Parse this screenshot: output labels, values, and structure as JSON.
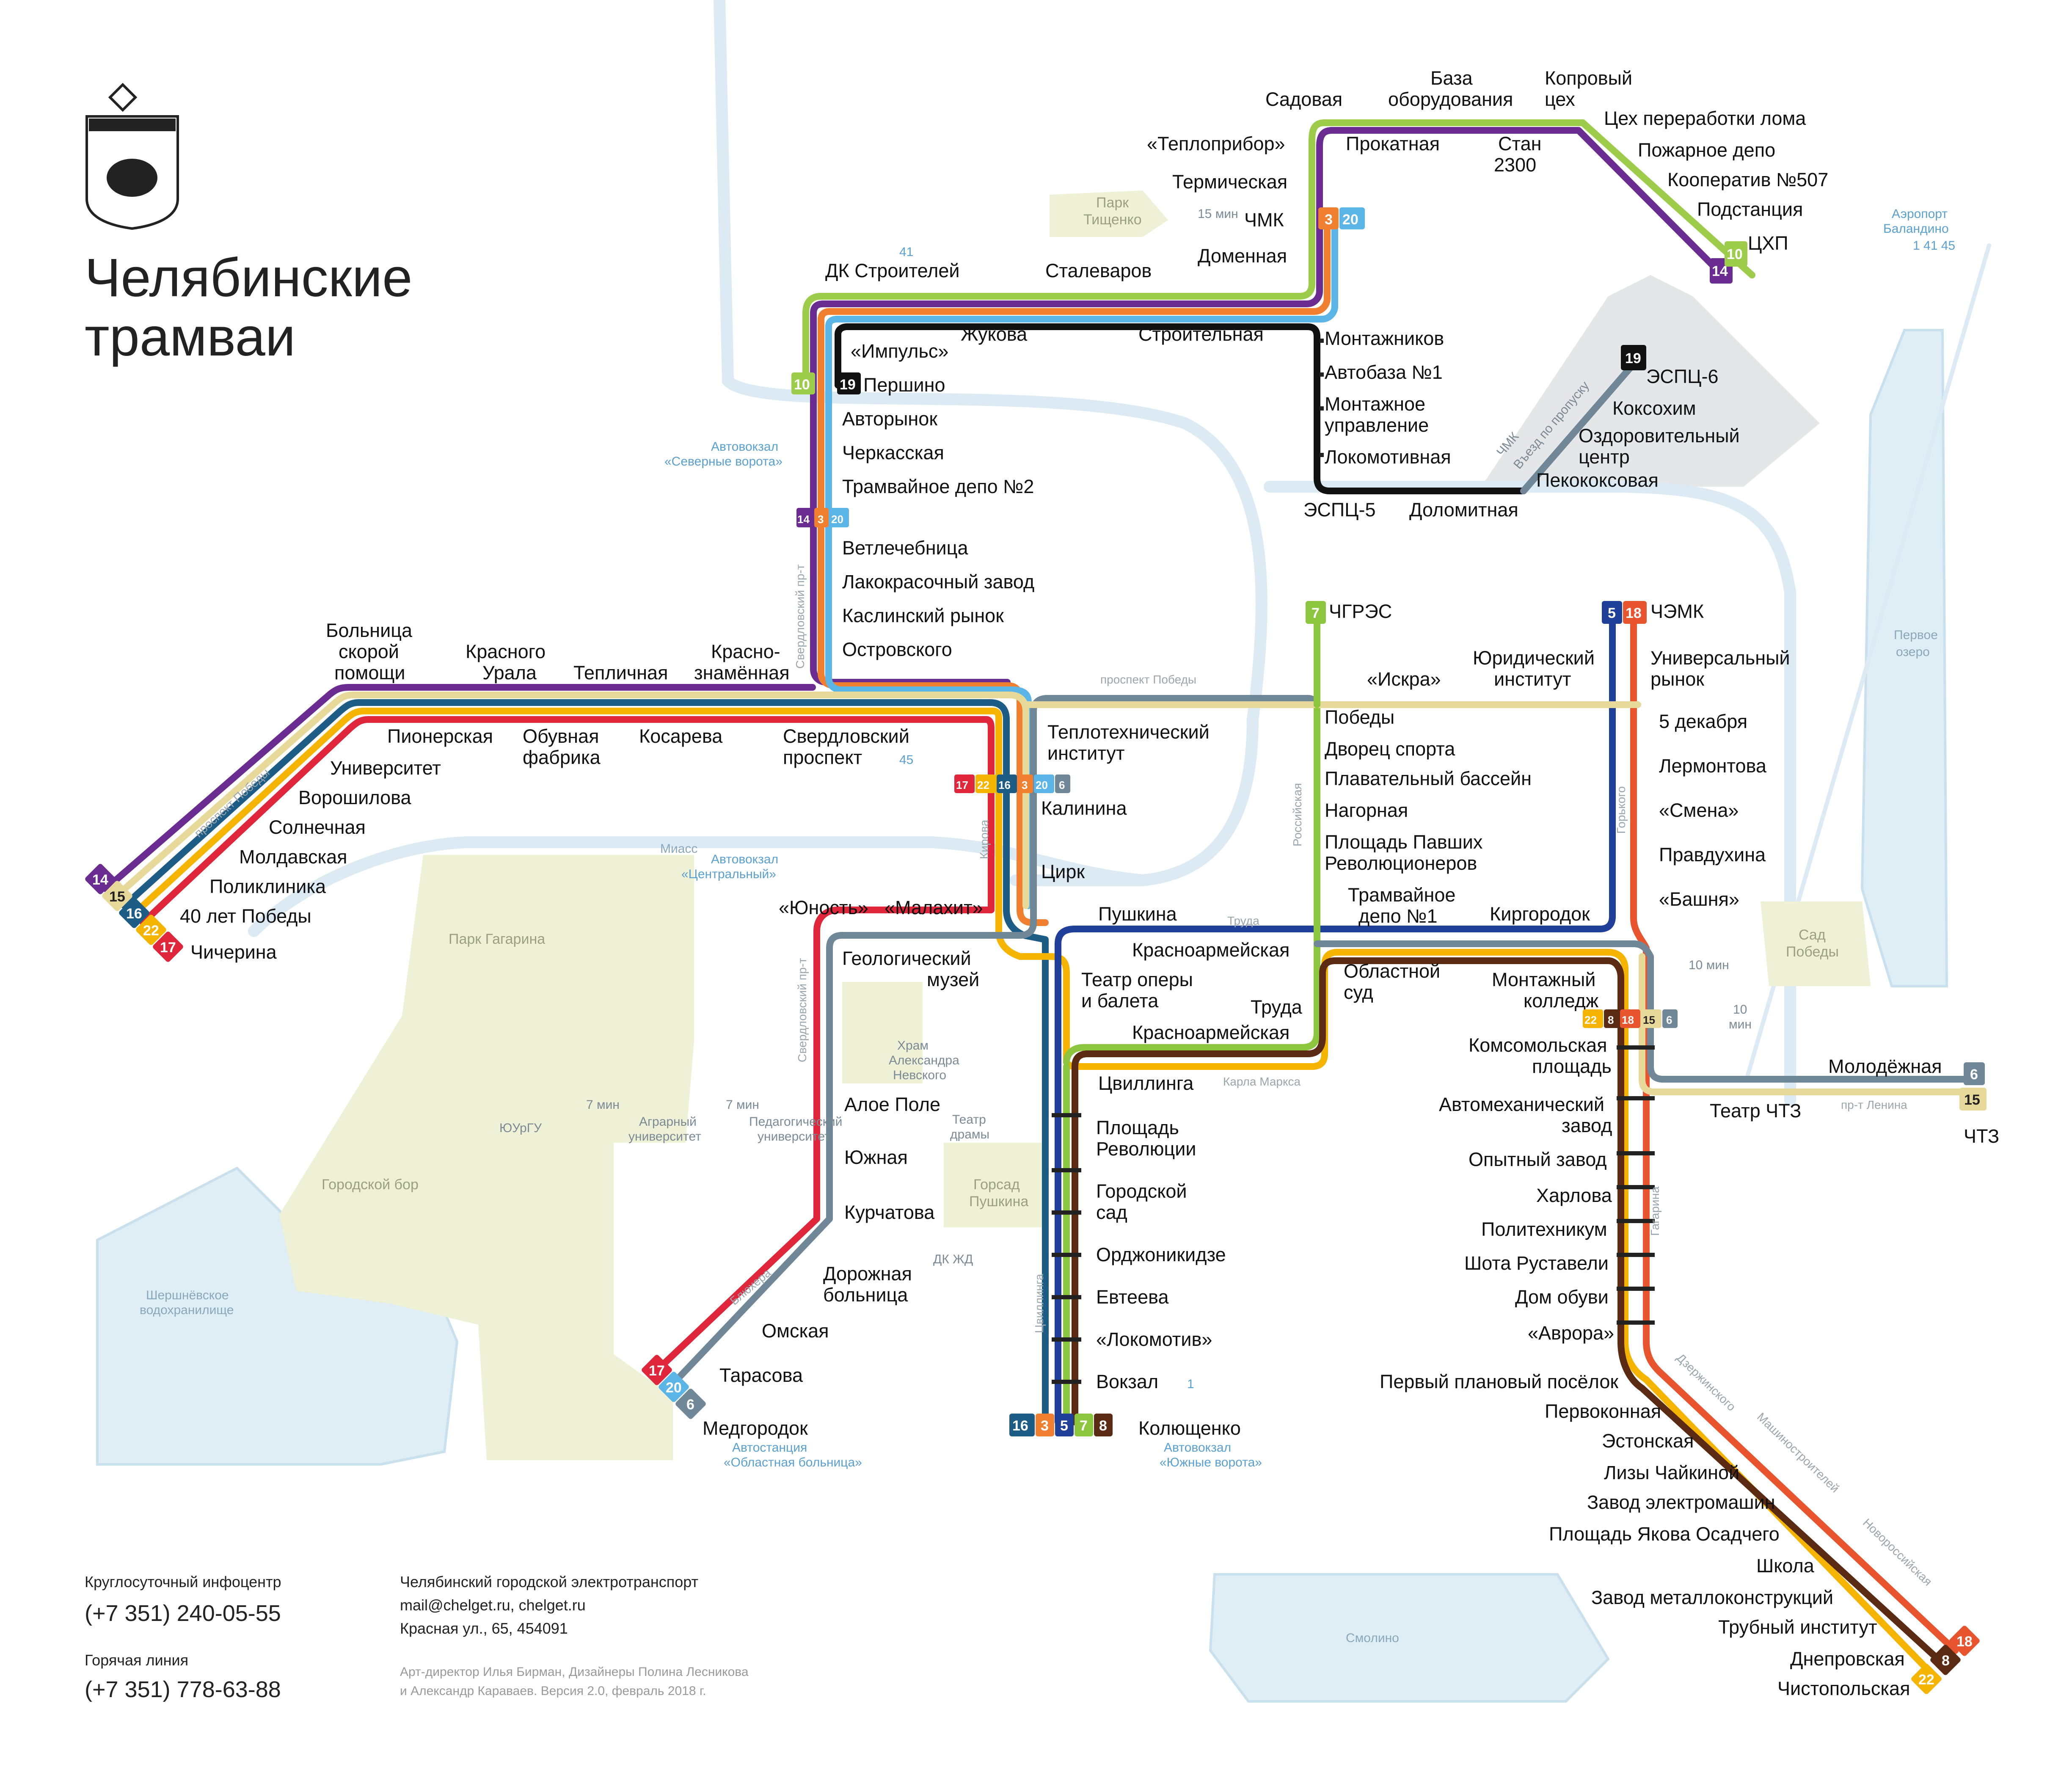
{
  "title_line1": "Челябинские",
  "title_line2": "трамваи",
  "colors": {
    "r3": "#f08030",
    "r5": "#1f3f98",
    "r6": "#6f8796",
    "r7": "#8cc63f",
    "r8": "#5a2a12",
    "r10": "#9ccc4a",
    "r14": "#6b2c91",
    "r15": "#e6d99a",
    "r16": "#1d5d85",
    "r17": "#e0263a",
    "r18": "#e8542e",
    "r19": "#111111",
    "r20": "#5bb5e6",
    "r22": "#f5b400"
  },
  "stations": {
    "sadovaya": "Садовая",
    "baza1": "База",
    "baza2": "оборудования",
    "koprovy1": "Копровый",
    "koprovy2": "цех",
    "cekh_lom": "Цех переработки лома",
    "pozharnoe": "Пожарное депо",
    "kooperativ": "Кооператив №507",
    "podstantsiya": "Подстанция",
    "tskhp": "ЦХП",
    "teplopribor": "«Теплоприбор»",
    "prokatnaya": "Прокатная",
    "stan1": "Стан",
    "stan2": "2300",
    "termicheskaya": "Термическая",
    "chmk": "ЧМК",
    "domennaya": "Доменная",
    "dk_stroiteley": "ДК Строителей",
    "stalevarov": "Сталеваров",
    "zhukova": "Жукова",
    "stroitelnaya": "Строительная",
    "montazhnikov": "Монтажников",
    "avtobaza": "Автобаза №1",
    "montazh_upr1": "Монтажное",
    "montazh_upr2": "управление",
    "lokomotivnaya": "Локомотивная",
    "espts5": "ЭСПЦ-5",
    "dolomitnaya": "Доломитная",
    "pekokoksovaya": "Пекококсовая",
    "ozdorov1": "Оздоровительный",
    "ozdorov2": "центр",
    "koksokhim": "Коксохим",
    "espts6": "ЭСПЦ-6",
    "impuls": "«Импульс»",
    "pershino": "Першино",
    "avtorynok": "Авторынок",
    "cherkasskaya": "Черкасская",
    "depo2": "Трамвайное депо №2",
    "vetlech": "Ветлечебница",
    "lakokras": "Лакокрасочный завод",
    "kaslinsky": "Каслинский рынок",
    "ostrovskogo": "Островского",
    "bolnitsa1": "Больница",
    "bolnitsa2": "скорой",
    "bolnitsa3": "помощи",
    "krasnogo_urala1": "Красного",
    "krasnogo_urala2": "Урала",
    "teplichnaya": "Тепличная",
    "krasnozn1": "Красно-",
    "krasnozn2": "знамённая",
    "pionerskaya": "Пионерская",
    "obuvnaya1": "Обувная",
    "obuvnaya2": "фабрика",
    "kosareva": "Косарева",
    "sverdl1": "Свердловский",
    "sverdl2": "проспект",
    "universitet": "Университет",
    "voroshilova": "Ворошилова",
    "solnechnaya": "Солнечная",
    "moldavskaya": "Молдавская",
    "poliklinika": "Поликлиника",
    "let40": "40 лет Победы",
    "chicherina": "Чичерина",
    "teplotekh1": "Теплотехнический",
    "teplotekh2": "институт",
    "kalinina": "Калинина",
    "tsirk": "Цирк",
    "yunost": "«Юность»",
    "malakhit": "«Малахит»",
    "geolog1": "Геологический",
    "geolog2": "музей",
    "pushkina": "Пушкина",
    "krasnoarm_top": "Красноармейская",
    "teatr_opery1": "Театр оперы",
    "teatr_opery2": "и балета",
    "truda": "Труда",
    "krasnoarm_bot": "Красноармейская",
    "tsvillinga": "Цвиллинга",
    "pl_rev1": "Площадь",
    "pl_rev2": "Революции",
    "gor_sad1": "Городской",
    "gor_sad2": "сад",
    "ordzhonikidze": "Орджоникидзе",
    "evteeva": "Евтеева",
    "lokomotiv": "«Локомотив»",
    "vokzal": "Вокзал",
    "kolyushchenko": "Колющенко",
    "aloe_pole": "Алое Поле",
    "yuzhnaya": "Южная",
    "kurchatova": "Курчатова",
    "dor_boln1": "Дорожная",
    "dor_boln2": "больница",
    "omskaya": "Омская",
    "tarasova": "Тарасова",
    "medgorodok": "Медгородок",
    "chgres": "ЧГРЭС",
    "iskra": "«Искра»",
    "yurid1": "Юридический",
    "yurid2": "институт",
    "pobedy": "Победы",
    "dvorets": "Дворец спорта",
    "plavat": "Плавательный бассейн",
    "nagornaya": "Нагорная",
    "pl_pavshikh1": "Площадь Павших",
    "pl_pavshikh2": "Революционеров",
    "depo1_1": "Трамвайное",
    "depo1_2": "депо №1",
    "kirgorodok": "Киргородок",
    "oblsud1": "Областной",
    "oblsud2": "суд",
    "montazh_koll1": "Монтажный",
    "montazh_koll2": "колледж",
    "chemk": "ЧЭМК",
    "univ_rynok1": "Универсальный",
    "univ_rynok2": "рынок",
    "dek5": "5 декабря",
    "lermontova": "Лермонтова",
    "smena": "«Смена»",
    "pravdukhina": "Правдухина",
    "bashnya": "«Башня»",
    "komsom1": "Комсомольская",
    "komsom2": "площадь",
    "avtomekh1": "Автомеханический",
    "avtomekh2": "завод",
    "opytny": "Опытный завод",
    "kharlova": "Харлова",
    "politekh": "Политехникум",
    "shota": "Шота Руставели",
    "dom_obuvi": "Дом обуви",
    "avrora": "«Аврора»",
    "perv_plan": "Первый плановый посёлок",
    "pervokonnaya": "Первоконная",
    "estonskaya": "Эстонская",
    "lizy": "Лизы Чайкиной",
    "zavod_elektro": "Завод электромашин",
    "pl_osadchego": "Площадь Якова Осадчего",
    "shkola": "Школа",
    "zavod_metall": "Завод металлоконструкций",
    "trubny": "Трубный институт",
    "dneprovskaya": "Днепровская",
    "chistopolskaya": "Чистопольская",
    "molodezhnaya": "Молодёжная",
    "teatr_chtz": "Театр ЧТЗ",
    "chtz": "ЧТЗ"
  },
  "places": {
    "park_tishchenko1": "Парк",
    "park_tishchenko2": "Тищенко",
    "walk15": "15 мин",
    "bus41": "41",
    "airport1": "Аэропорт",
    "airport2": "Баландино",
    "airport_bus": "1 41 45",
    "avtovokzal_sev1": "Автовокзал",
    "avtovokzal_sev2": "«Северные ворота»",
    "bus45": "45",
    "avtovokzal_tsentr1": "Автовокзал",
    "avtovokzal_tsentr2": "«Центральный»",
    "miass": "Миасс",
    "park_gagarina": "Парк Гагарина",
    "gorodskoy_bor": "Городской бор",
    "shershni1": "Шершнёвское",
    "shershni2": "водохранилище",
    "khram1": "Храм",
    "khram2": "Александра",
    "khram3": "Невского",
    "teatr_dramy1": "Театр",
    "teatr_dramy2": "драмы",
    "gorsad1": "Горсад",
    "gorsad2": "Пушкина",
    "dk_zhd": "ДК ЖД",
    "yurgu": "ЮУрГУ",
    "walk7a": "7 мин",
    "walk7b": "7 мин",
    "agrar1": "Аграрный",
    "agrar2": "университет",
    "pedag1": "Педагогический",
    "pedag2": "университет",
    "avtostantsiya1": "Автостанция",
    "avtostantsiya2": "«Областная больница»",
    "avtovokzal_yuzh1": "Автовокзал",
    "avtovokzal_yuzh2": "«Южные ворота»",
    "vokzal_bus": "1",
    "pervoe_ozero1": "Первое",
    "pervoe_ozero2": "озеро",
    "sad_pobedy1": "Сад",
    "sad_pobedy2": "Победы",
    "walk10a": "10 мин",
    "walk10b1": "10",
    "walk10b2": "мин",
    "smolino": "Смолино",
    "espts_vyezd1": "ЧМК",
    "espts_vyezd2": "Въезд по пропуску"
  },
  "streets": {
    "pr_pobedy_top": "проспект Победы",
    "pr_pobedy_left": "проспект Победы",
    "sverdl_pr": "Свердловский пр-т",
    "sverdl_pr2": "Свердловский пр-т",
    "kirova": "Кирова",
    "truda": "Труда",
    "rossiyskaya": "Российская",
    "gorkogo": "Горького",
    "karla_marksa": "Карла Маркса",
    "tsvillinga": "Цвиллинга",
    "elkina": "Блюхера",
    "gagarina": "Гагарина",
    "dzerzhinskogo": "Дзержинского",
    "mashinostr": "Машиностроителей",
    "novoross": "Новороссийская",
    "pr_lenina": "пр-т Ленина"
  },
  "badges": {
    "b3": "3",
    "b5": "5",
    "b6": "6",
    "b7": "7",
    "b8": "8",
    "b10": "10",
    "b14": "14",
    "b15": "15",
    "b16": "16",
    "b17": "17",
    "b18": "18",
    "b19": "19",
    "b20": "20",
    "b22": "22"
  },
  "footer": {
    "info_label": "Круглосуточный инфоцентр",
    "info_phone": "(+7 351) 240-05-55",
    "hot_label": "Горячая линия",
    "hot_phone": "(+7 351) 778-63-88",
    "org": "Челябинский городской электротранспорт",
    "contacts": "mail@chelget.ru, chelget.ru",
    "address": "Красная ул., 65, 454091",
    "credit1": "Арт-директор Илья Бирман, Дизайнеры Полина Лесникова",
    "credit2": "и Александр Караваев. Версия 2.0, февраль 2018 г."
  }
}
